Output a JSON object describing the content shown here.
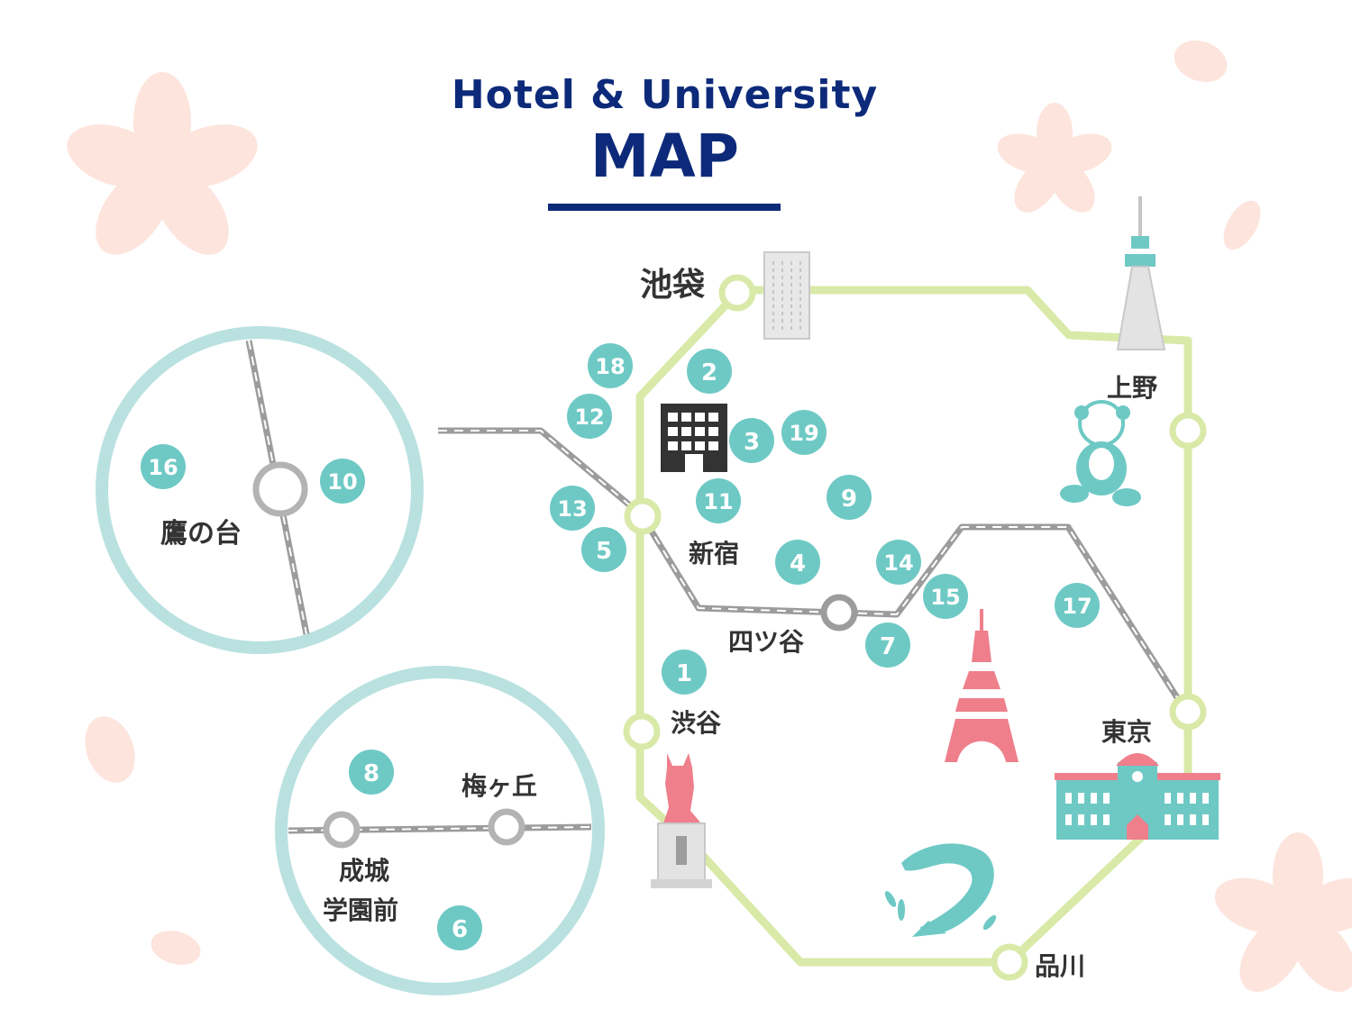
{
  "title": {
    "line1": "Hotel & University",
    "line2": "MAP"
  },
  "colors": {
    "title": "#0d2a7a",
    "yamanote_line": "#d9e9a8",
    "station_ring": "#d9e9a8",
    "rail_gray": "#9c9c9c",
    "pin": "#6ec9c5",
    "inset_ring": "#b9e1e0",
    "sakura": "#fde4dc",
    "tower": "#ee7f8b",
    "landmark_teal": "#6ec9c5"
  },
  "stations": {
    "ikebukuro": "池袋",
    "ueno": "上野",
    "shinjuku": "新宿",
    "yotsuya": "四ツ谷",
    "shibuya": "渋谷",
    "tokyo": "東京",
    "shinagawa": "品川",
    "takanodai": "鷹の台",
    "umegaoka": "梅ヶ丘",
    "seijo_line1": "成城",
    "seijo_line2": "学園前"
  },
  "pins": {
    "p1": "1",
    "p2": "2",
    "p3": "3",
    "p4": "4",
    "p5": "5",
    "p6": "6",
    "p7": "7",
    "p8": "8",
    "p9": "9",
    "p10": "10",
    "p11": "11",
    "p12": "12",
    "p13": "13",
    "p14": "14",
    "p15": "15",
    "p16": "16",
    "p17": "17",
    "p18": "18",
    "p19": "19"
  },
  "landmarks": [
    "skyscraper-building",
    "tokyo-skytree",
    "ueno-panda",
    "hotel-building",
    "tokyo-tower",
    "hachiko-statue",
    "tokyo-station-building",
    "dolphin",
    "sakura-petals"
  ]
}
